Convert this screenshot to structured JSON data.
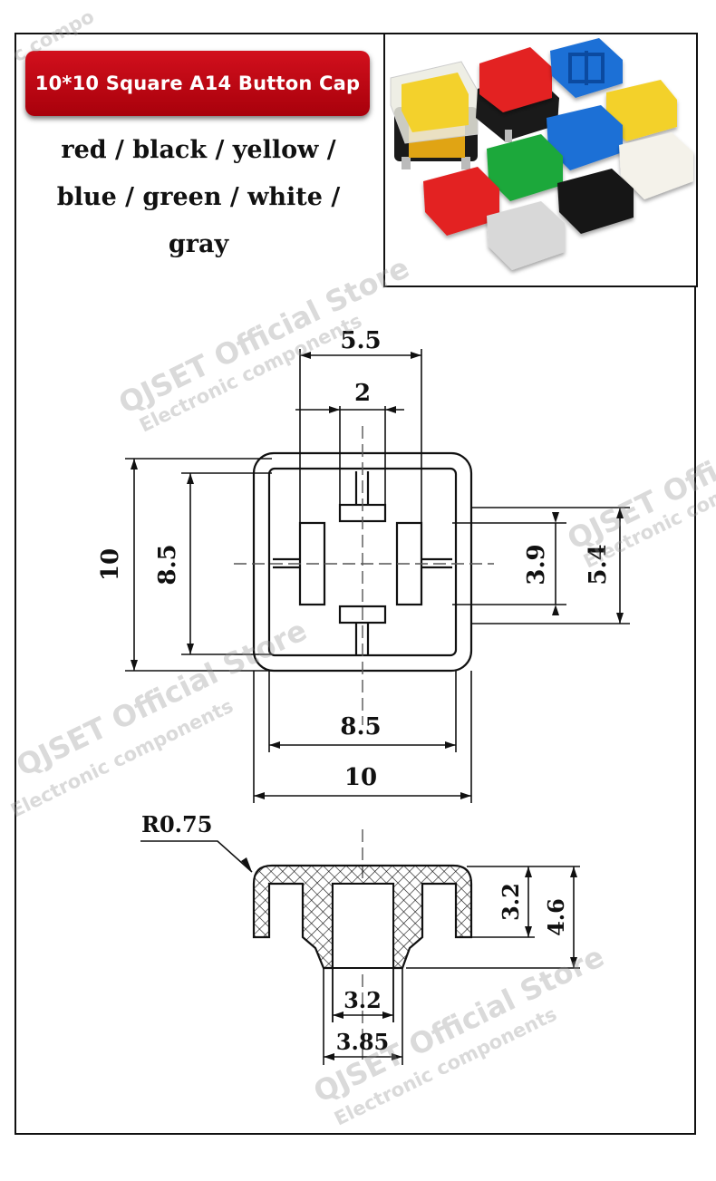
{
  "header": {
    "title": "10*10 Square A14 Button Cap",
    "colors_line1": "red / black / yellow /",
    "colors_line2": "blue / green / white /",
    "colors_line3": "gray"
  },
  "photo": {
    "cap_colors": {
      "yellow": "#f3d12c",
      "red": "#e32224",
      "blue": "#1d6fd6",
      "green": "#1ea83a",
      "white": "#f4f2ea",
      "black": "#161616",
      "gray": "#d8d8d8"
    }
  },
  "dimensions": {
    "top_width_outer": "5.5",
    "top_width_inner": "2",
    "height_outer": "10",
    "height_inner": "8.5",
    "right_inner": "3.9",
    "right_outer": "5.4",
    "bottom_inner": "8.5",
    "bottom_outer": "10",
    "radius": "R0.75",
    "side_inner": "3.2",
    "side_outer": "4.6",
    "stem_inner": "3.2",
    "stem_outer": "3.85"
  },
  "watermark": {
    "store": "QJSET Official Store",
    "sub": "Electronic components",
    "partial_top": "c compo"
  }
}
